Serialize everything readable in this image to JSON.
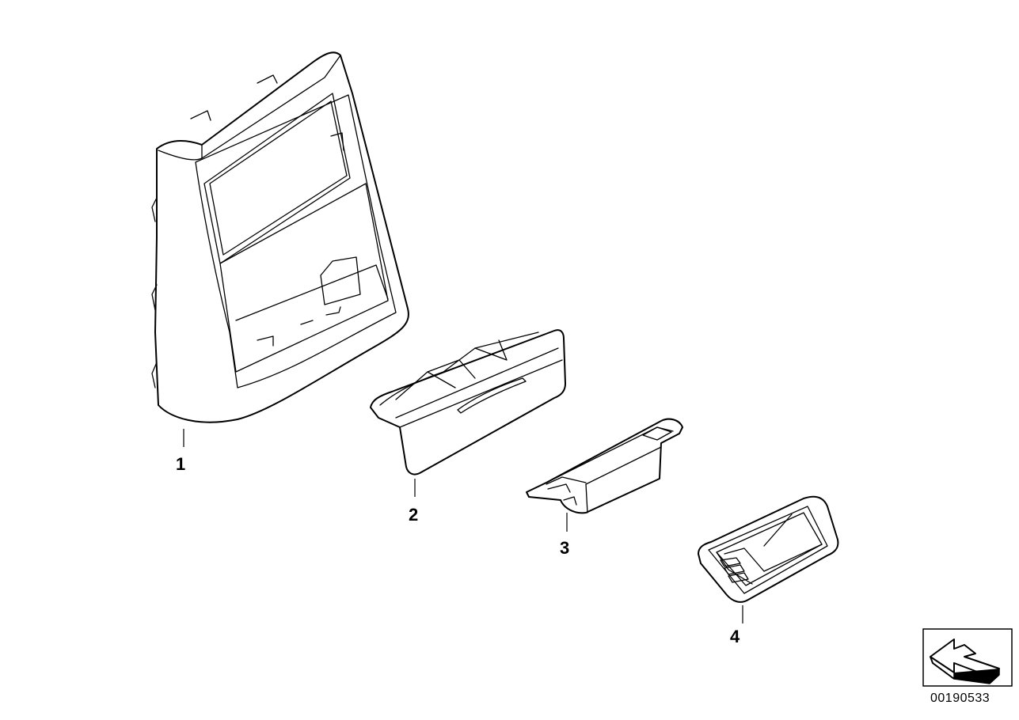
{
  "diagram": {
    "parts": [
      {
        "label": "1"
      },
      {
        "label": "2"
      },
      {
        "label": "3"
      },
      {
        "label": "4"
      }
    ],
    "document_id": "00190533",
    "icons": {
      "orientation": "direction-arrow-icon"
    }
  }
}
